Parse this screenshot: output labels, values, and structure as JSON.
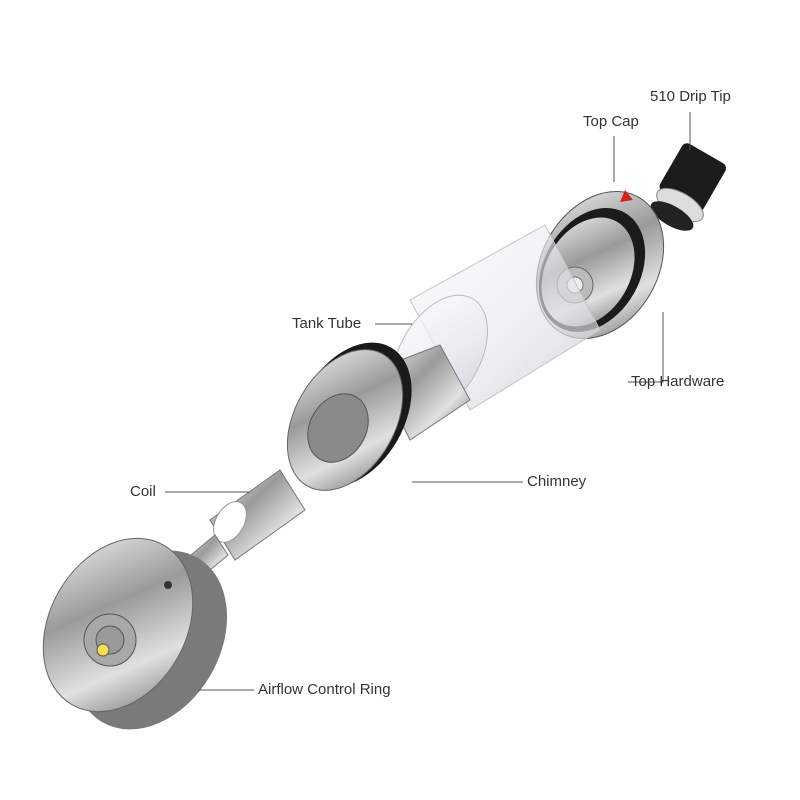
{
  "labels": {
    "drip_tip": "510 Drip Tip",
    "top_cap": "Top Cap",
    "tank_tube": "Tank Tube",
    "top_hardware": "Top Hardware",
    "chimney": "Chimney",
    "coil": "Coil",
    "airflow_ring": "Airflow Control Ring"
  },
  "colors": {
    "metal": "#b8b8b8",
    "leader_line": "#555555",
    "gasket": "#1a1a1a",
    "accent": "#d42020"
  }
}
